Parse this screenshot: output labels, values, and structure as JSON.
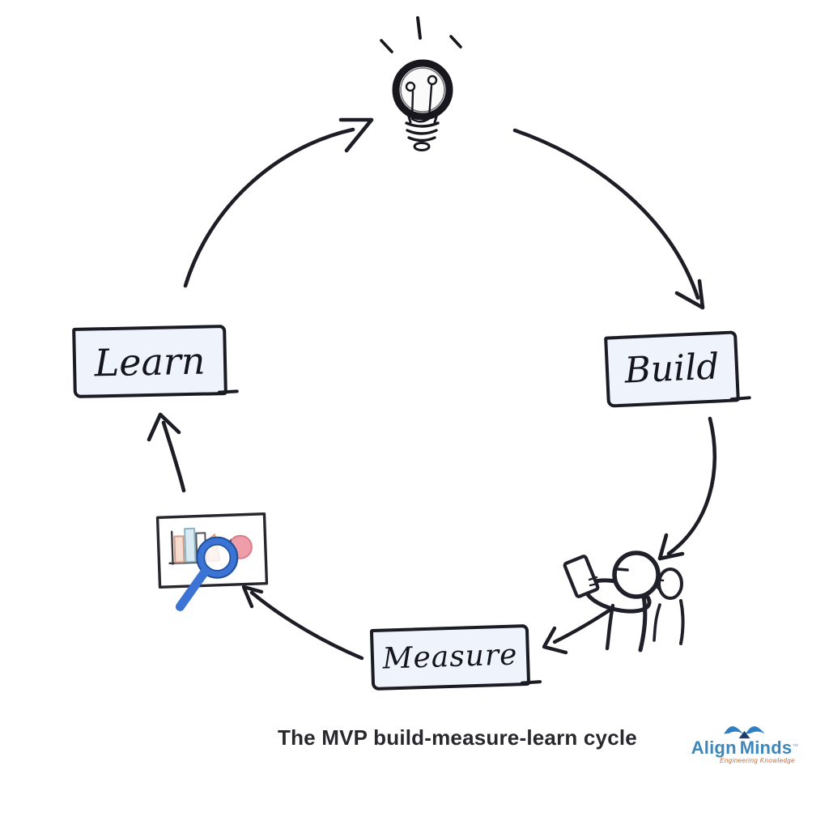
{
  "canvas": {
    "background": "#ffffff"
  },
  "cycle": {
    "caption": "The MVP build-measure-learn cycle",
    "stages": {
      "idea": {
        "icon": "lightbulb-icon"
      },
      "build": {
        "label": "Build"
      },
      "users": {
        "icon": "users-testing-icon"
      },
      "measure": {
        "label": "Measure"
      },
      "analytics": {
        "icon": "chart-magnifier-icon"
      },
      "learn": {
        "label": "Learn"
      }
    },
    "colors": {
      "ink": "#1d1d25",
      "box_fill": "#eff3fb",
      "box_border": "#1b1b24",
      "magnifier_blue": "#3b74d4",
      "magnifier_edge": "#1d4f9c",
      "pie_pink": "#ef9da8",
      "bar_blue": "#d9ebf2",
      "bar_salmon": "#f7ddcf"
    }
  },
  "footer": {
    "logo": {
      "word1": "Align",
      "word2": "Minds",
      "trademark": "™",
      "tagline": "Engineering Knowledge",
      "mark_icon": "mountain-peaks-icon",
      "colors": {
        "blue": "#3d87bb",
        "navy": "#1c3e6c",
        "tagline_orange": "#bd6c3c"
      }
    }
  }
}
